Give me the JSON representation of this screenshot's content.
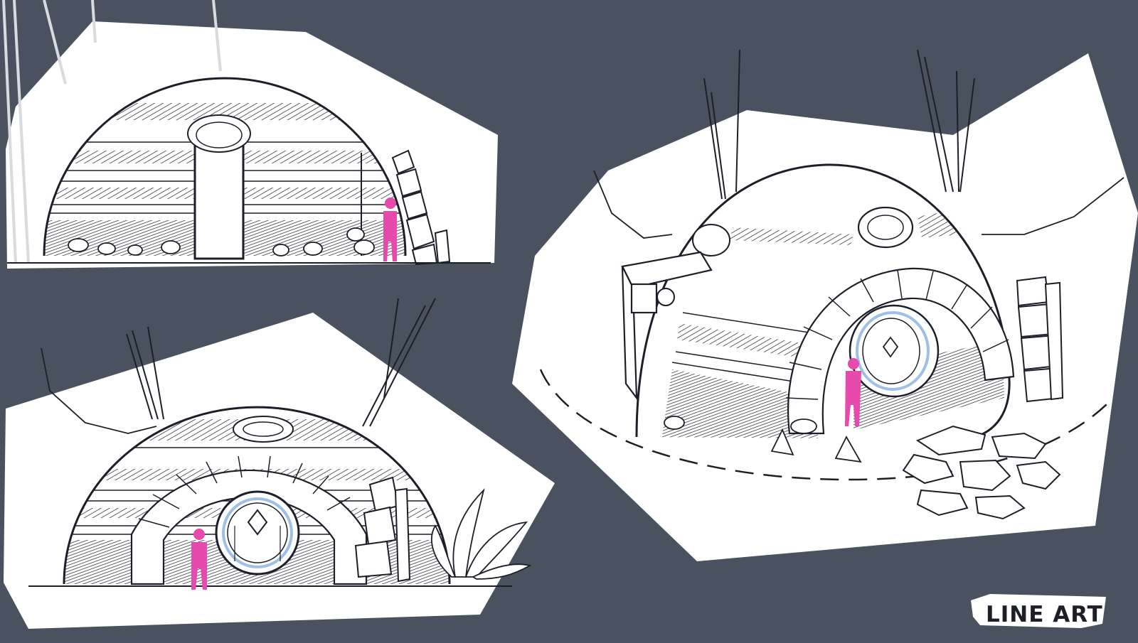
{
  "label": {
    "text": "LINE ART"
  },
  "colors": {
    "background": "#4a5260",
    "panel": "#ffffff",
    "ink": "#1c1f27",
    "figure": "#e64aad",
    "sketch_blue": "#9fc0e6"
  },
  "panels": [
    {
      "name": "dome-front-view-flat"
    },
    {
      "name": "dome-front-view-arched-door"
    },
    {
      "name": "dome-three-quarter-view"
    }
  ]
}
